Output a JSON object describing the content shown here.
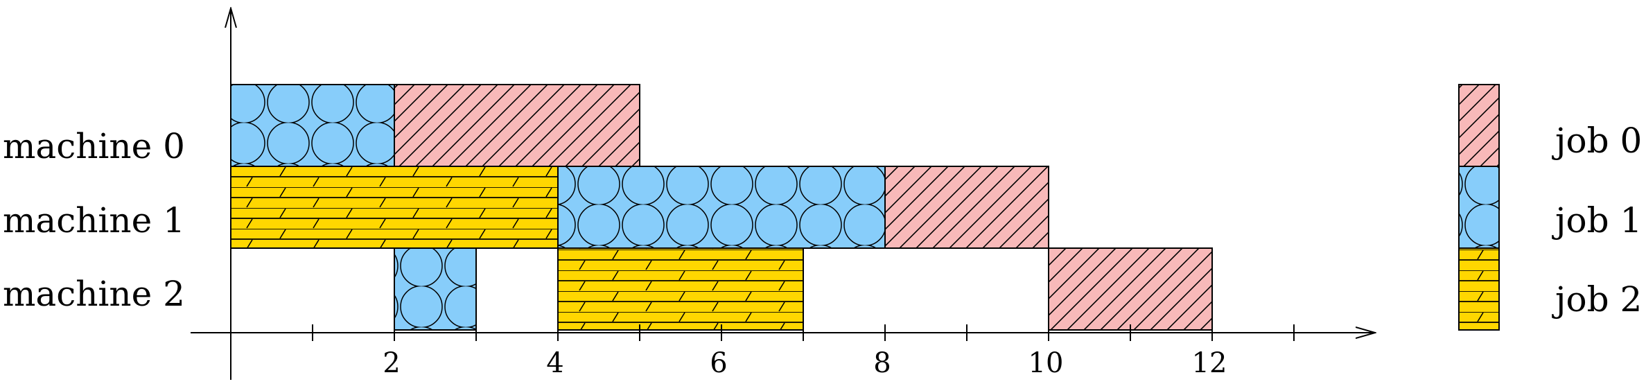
{
  "chart_data": {
    "type": "gantt",
    "machines": [
      "machine 0",
      "machine 1",
      "machine 2"
    ],
    "jobs": [
      {
        "id": 0,
        "label": "job 0",
        "fill": "#f8b9b9",
        "pattern": "diagonal-hatch"
      },
      {
        "id": 1,
        "label": "job 1",
        "fill": "#87cdfa",
        "pattern": "circles"
      },
      {
        "id": 2,
        "label": "job 2",
        "fill": "#ffd700",
        "pattern": "bricks"
      }
    ],
    "tasks": [
      {
        "machine": 0,
        "job": 1,
        "start": 0,
        "end": 2
      },
      {
        "machine": 0,
        "job": 0,
        "start": 2,
        "end": 5
      },
      {
        "machine": 1,
        "job": 2,
        "start": 0,
        "end": 4
      },
      {
        "machine": 1,
        "job": 1,
        "start": 4,
        "end": 8
      },
      {
        "machine": 1,
        "job": 0,
        "start": 8,
        "end": 10
      },
      {
        "machine": 2,
        "job": 1,
        "start": 2,
        "end": 3
      },
      {
        "machine": 2,
        "job": 2,
        "start": 4,
        "end": 7
      },
      {
        "machine": 2,
        "job": 0,
        "start": 10,
        "end": 12
      }
    ],
    "x_ticks": [
      1,
      2,
      3,
      4,
      5,
      6,
      7,
      8,
      9,
      10,
      11,
      12,
      13
    ],
    "x_tick_labels": [
      {
        "value": 2,
        "label": "2"
      },
      {
        "value": 4,
        "label": "4"
      },
      {
        "value": 6,
        "label": "6"
      },
      {
        "value": 8,
        "label": "8"
      },
      {
        "value": 10,
        "label": "10"
      },
      {
        "value": 12,
        "label": "12"
      }
    ],
    "xlim": [
      0,
      14
    ]
  }
}
